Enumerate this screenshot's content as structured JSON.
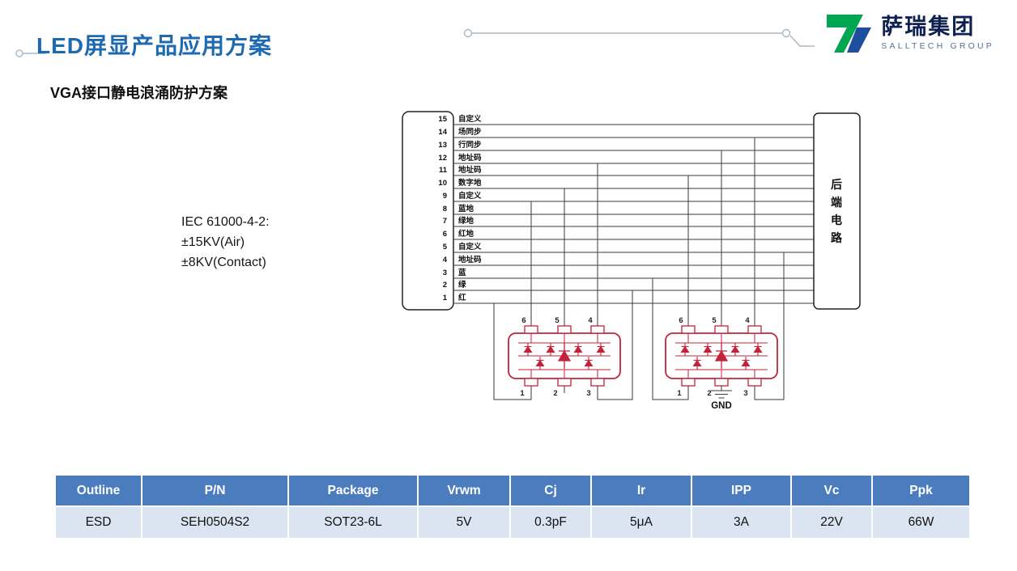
{
  "header": {
    "title": "LED屏显产品应用方案",
    "logo_name": "萨瑞集团",
    "logo_subtitle": "SALLTECH GROUP"
  },
  "section_title": "VGA接口静电浪涌防护方案",
  "diagram": {
    "iec_lines": [
      "IEC 61000-4-2:",
      "±15KV(Air)",
      "±8KV(Contact)"
    ],
    "pins": [
      {
        "num": "15",
        "label": "自定义"
      },
      {
        "num": "14",
        "label": "场同步"
      },
      {
        "num": "13",
        "label": "行同步"
      },
      {
        "num": "12",
        "label": "地址码"
      },
      {
        "num": "11",
        "label": "地址码"
      },
      {
        "num": "10",
        "label": "数字地"
      },
      {
        "num": "9",
        "label": "自定义"
      },
      {
        "num": "8",
        "label": "蓝地"
      },
      {
        "num": "7",
        "label": "绿地"
      },
      {
        "num": "6",
        "label": "红地"
      },
      {
        "num": "5",
        "label": "自定义"
      },
      {
        "num": "4",
        "label": "地址码"
      },
      {
        "num": "3",
        "label": "蓝"
      },
      {
        "num": "2",
        "label": "绿"
      },
      {
        "num": "1",
        "label": "红"
      }
    ],
    "backend_chars": [
      "后",
      "端",
      "电",
      "路"
    ],
    "chip_top_pins": [
      "6",
      "5",
      "4"
    ],
    "chip_bottom_pins": [
      "1",
      "2",
      "3"
    ],
    "gnd": "GND"
  },
  "table": {
    "headers": [
      "Outline",
      "P/N",
      "Package",
      "Vrwm",
      "Cj",
      "Ir",
      "IPP",
      "Vc",
      "Ppk"
    ],
    "rows": [
      [
        "ESD",
        "SEH0504S2",
        "SOT23-6L",
        "5V",
        "0.3pF",
        "5μA",
        "3A",
        "22V",
        "66W"
      ]
    ]
  },
  "colors": {
    "title_blue": "#1e6ab1",
    "table_header_blue": "#4a7cbe",
    "table_row_blue": "#dbe5f1",
    "chip_red": "#c2233a",
    "deco_gray": "#aab7c2",
    "logo_green": "#00a651",
    "logo_blue": "#1d4f9e"
  }
}
